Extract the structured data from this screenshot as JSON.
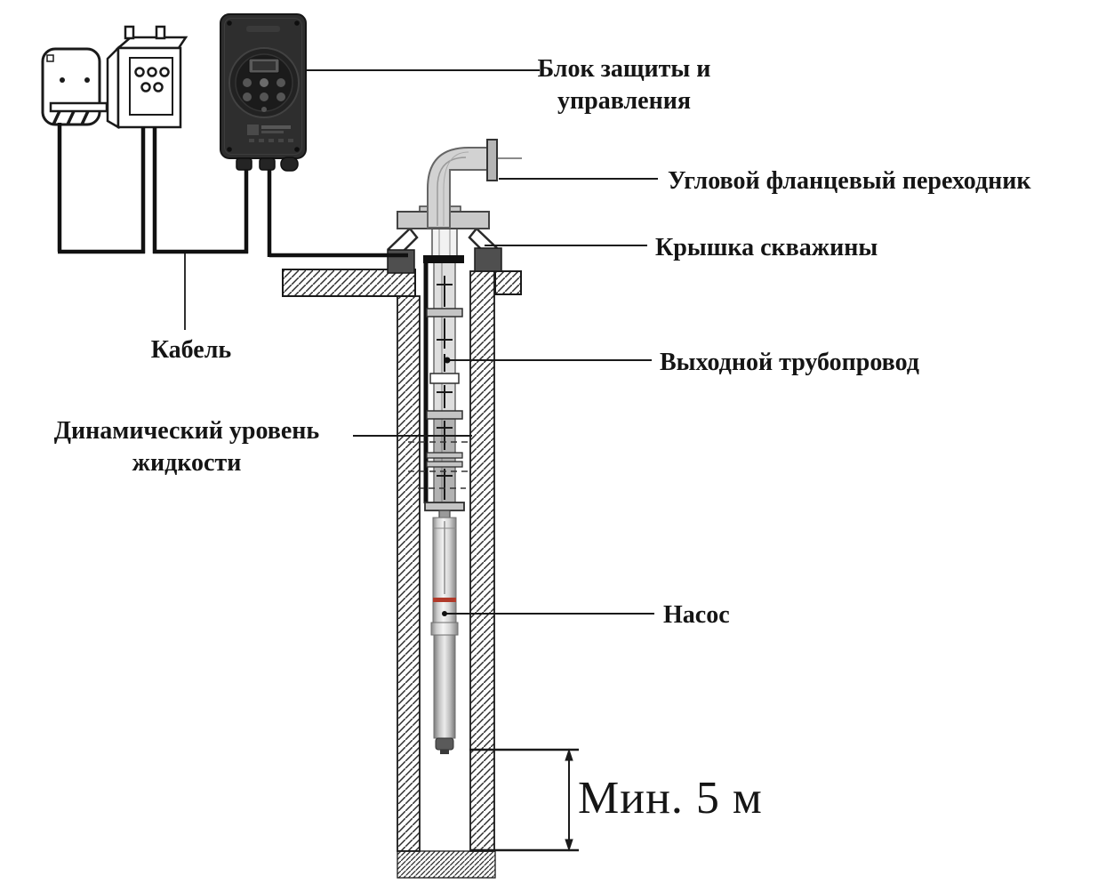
{
  "labels": {
    "protection_control_unit": {
      "line1": "Блок защиты и",
      "line2": "управления"
    },
    "angle_flange_adapter": "Угловой фланцевый переходник",
    "well_cap": "Крышка скважины",
    "outlet_pipe": "Выходной трубопровод",
    "cable": "Кабель",
    "dynamic_liquid_level": {
      "line1": "Динамический уровень",
      "line2": "жидкости"
    },
    "pump": "Насос",
    "min_depth": "Мин. 5 м"
  },
  "colors": {
    "line": "#1a1a1a",
    "control_unit_body": "#2e2e2e",
    "metal_gray": "#c9c9c9",
    "pump_red_band": "#b03a2a"
  }
}
